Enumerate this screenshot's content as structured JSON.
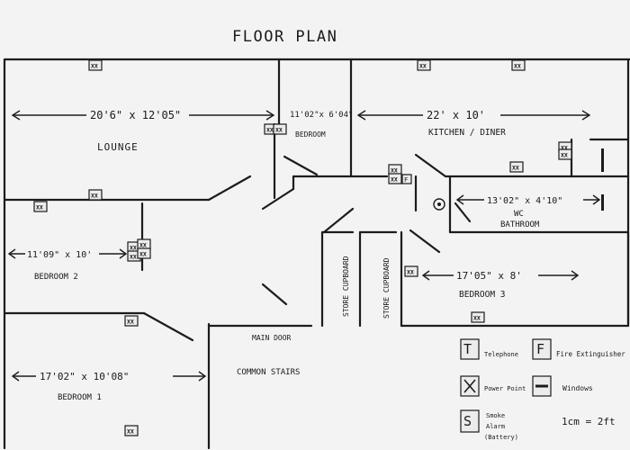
{
  "title": "FLOOR PLAN",
  "rooms": {
    "lounge": {
      "name": "LOUNGE",
      "dimensions": "20'6\" x 12'05\""
    },
    "bedroom_small": {
      "name": "BEDROOM",
      "dimensions": "11'02\"x 6'04\""
    },
    "kitchen": {
      "name": "KITCHEN / DINER",
      "dimensions": "22' x 10'"
    },
    "wc": {
      "name": "WC",
      "sub_name": "BATHROOM",
      "dimensions": "13'02\" x 4'10\""
    },
    "bedroom2": {
      "name": "BEDROOM 2",
      "dimensions": "11'09\" x 10'"
    },
    "bedroom3": {
      "name": "BEDROOM 3",
      "dimensions": "17'05\" x 8'"
    },
    "bedroom1": {
      "name": "BEDROOM 1",
      "dimensions": "17'02\" x 10'08\""
    },
    "store_left": {
      "name": "STORE CUPBOARD"
    },
    "store_right": {
      "name": "STORE CUPBOARD"
    }
  },
  "labels": {
    "main_door": "MAIN DOOR",
    "common_stairs": "COMMON STAIRS"
  },
  "power_point_mark": "XX",
  "legend": {
    "telephone": {
      "symbol": "T",
      "label": "Telephone"
    },
    "fire_extinguisher": {
      "symbol": "F",
      "label": "Fire Extinguisher"
    },
    "power_point": {
      "label": "Power Point"
    },
    "windows": {
      "label": "Windows"
    },
    "smoke_alarm": {
      "symbol": "S",
      "label_line1": "Smoke",
      "label_line2": "Alarm",
      "label_line3": "(Battery)"
    },
    "scale": "1cm = 2ft"
  }
}
